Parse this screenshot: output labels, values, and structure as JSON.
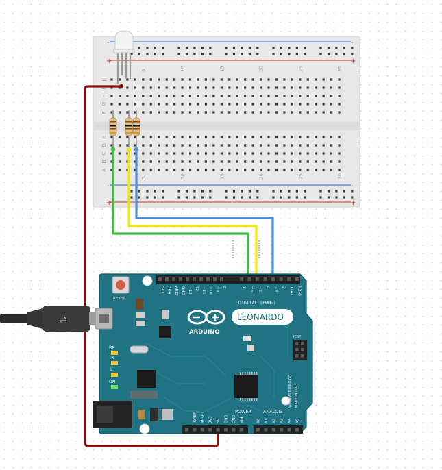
{
  "colors": {
    "background": "#ffffff",
    "grid_dot": "#d6d6d6",
    "breadboard": "#e9e9e9",
    "breadboard_hole": "#3a3a3a",
    "rail_blue": "#2a63c4",
    "rail_red": "#c8321f",
    "board_teal": "#1f7382",
    "board_dark": "#135561",
    "wire_dark_red": "#8c0f0f",
    "wire_green": "#3cbf3c",
    "wire_yellow": "#f2e900",
    "wire_blue": "#4a90d9",
    "header_black": "#222222",
    "usb_cable": "#2b2b2b"
  },
  "breadboard": {
    "column_numbers_top": [
      "5",
      "10",
      "15",
      "20",
      "25",
      "30"
    ],
    "column_numbers_bottom": [
      "5",
      "10",
      "15",
      "20",
      "25",
      "30"
    ],
    "rows_top_half": [
      "J",
      "I",
      "H",
      "G",
      "F"
    ],
    "rows_bottom_half": [
      "E",
      "D",
      "C",
      "B",
      "A"
    ],
    "rail_minus": "-",
    "rail_plus": "+"
  },
  "components": {
    "led": {
      "name": "RGB LED",
      "legs": 4
    },
    "resistors": [
      {
        "name": "resistor-1"
      },
      {
        "name": "resistor-2"
      },
      {
        "name": "resistor-3"
      }
    ]
  },
  "arduino": {
    "logo_text": "ARDUINO",
    "model_text": "LEONARDO",
    "reset_label": "RESET",
    "digital_label": "DIGITAL (PWM~)",
    "power_label": "POWER",
    "analog_label": "ANALOG",
    "top_pin_labels": [
      "SCL",
      "SDA",
      "AREF",
      "GND",
      "~13",
      "12",
      "~11",
      "~10",
      "~9",
      "8",
      "7",
      "~6",
      "~5",
      "4",
      "~3",
      "2",
      "TX▸1",
      "RX◂0"
    ],
    "bottom_pin_labels": [
      "IOREF",
      "RESET",
      "3V3",
      "5V",
      "GND",
      "GND",
      "VIN",
      "A0",
      "A1",
      "A2",
      "A3",
      "A4",
      "A5"
    ],
    "led_labels": [
      "RX",
      "TX",
      "L",
      "ON"
    ],
    "icsp_label": "ICSP",
    "side_text": "WWW.ARDUINO.CC",
    "made_in": "MADE IN ITALY"
  }
}
